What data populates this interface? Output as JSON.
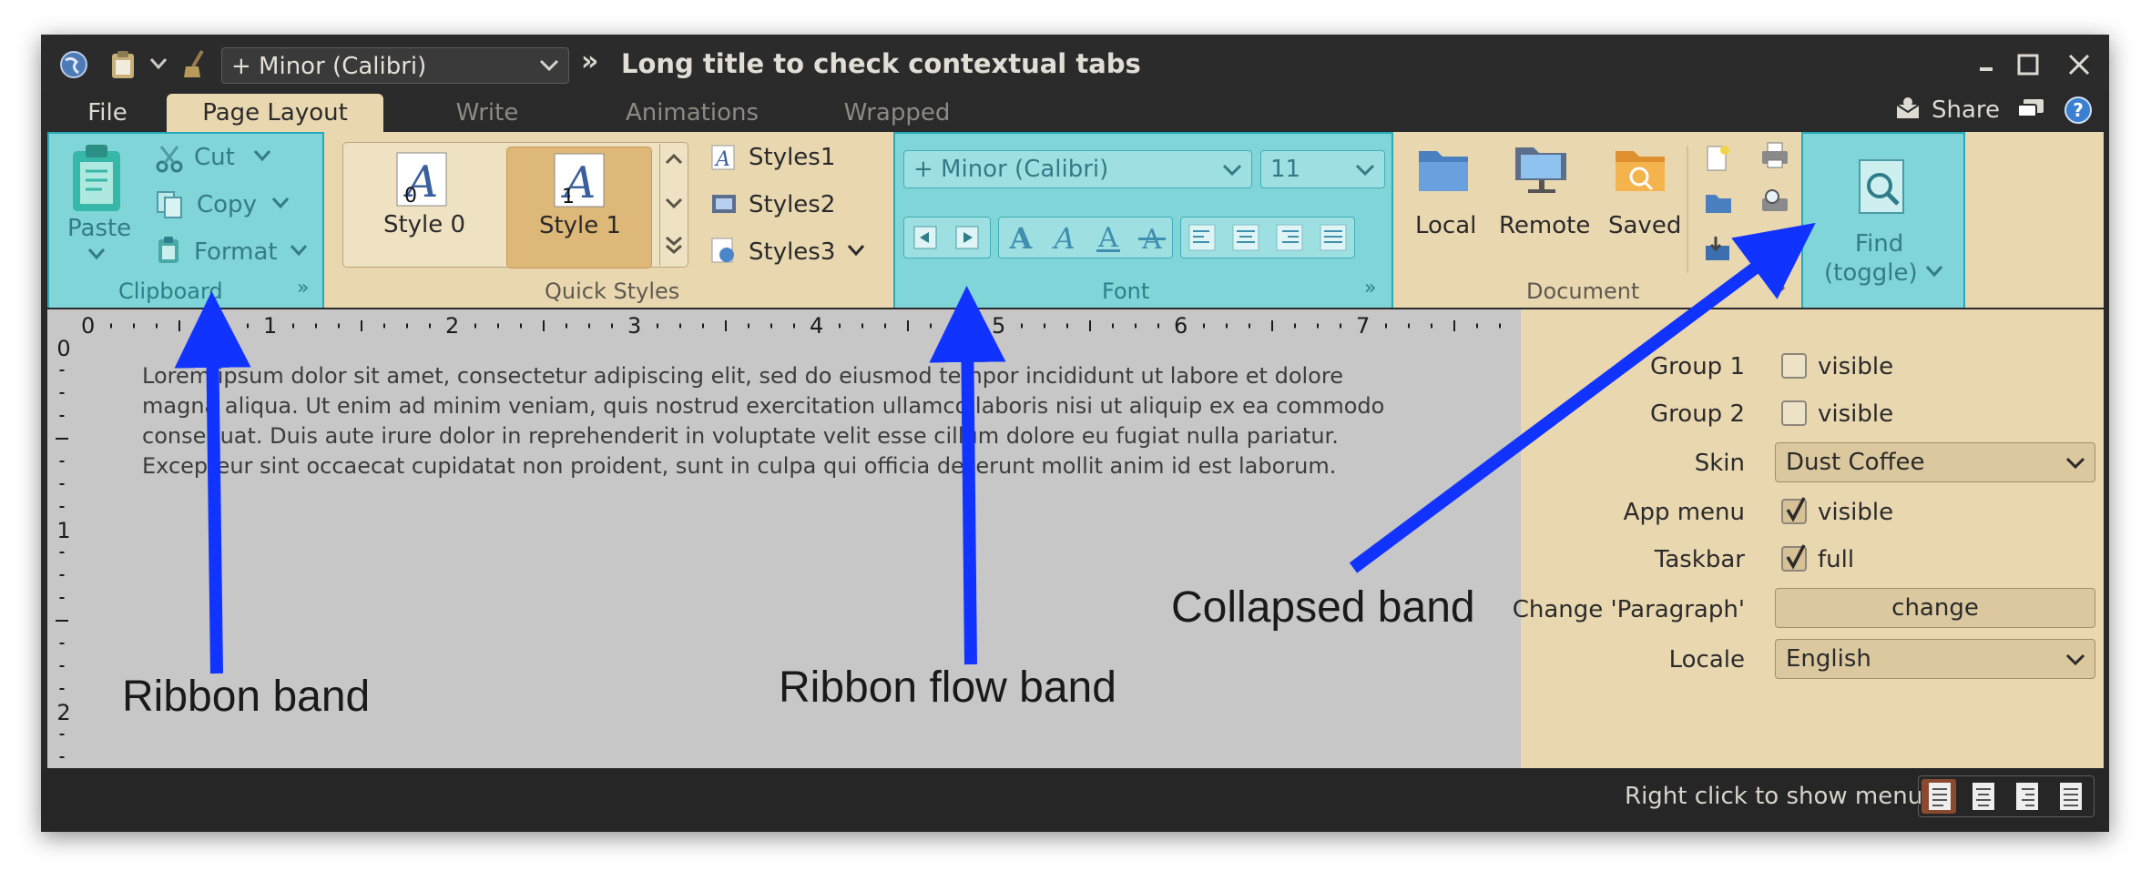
{
  "window": {
    "title": "Long title to check contextual tabs",
    "font_combo": "+ Minor (Calibri)",
    "overflow_glyph": "»",
    "controls": [
      "minimize-icon",
      "maximize-icon",
      "close-icon"
    ]
  },
  "tabs": [
    {
      "label": "File"
    },
    {
      "label": "Page Layout",
      "active": true
    },
    {
      "label": "Write"
    },
    {
      "label": "Animations"
    },
    {
      "label": "Wrapped"
    }
  ],
  "taskbar_right": {
    "share_label": "Share"
  },
  "ribbon": {
    "clipboard": {
      "title": "Clipboard",
      "paste_label": "Paste",
      "cut_label": "Cut",
      "copy_label": "Copy",
      "format_label": "Format"
    },
    "quick_styles": {
      "title": "Quick Styles",
      "styles": [
        {
          "label": "Style 0",
          "index": "0"
        },
        {
          "label": "Style 1",
          "index": "1",
          "selected": true
        }
      ],
      "style_list": [
        "Styles1",
        "Styles2",
        "Styles3"
      ]
    },
    "font": {
      "title": "Font",
      "family": "+ Minor (Calibri)",
      "size": "11"
    },
    "document": {
      "title": "Document",
      "buttons": [
        "Local",
        "Remote",
        "Saved"
      ]
    },
    "find": {
      "line1": "Find",
      "line2": "(toggle)"
    }
  },
  "ruler": {
    "h_numbers": [
      "0",
      "1",
      "2",
      "3",
      "4",
      "5",
      "6",
      "7"
    ],
    "v_numbers": [
      "0",
      "1",
      "2"
    ]
  },
  "document_text": {
    "lines": [
      "Lorem ipsum dolor sit amet, consectetur adipiscing elit, sed do eiusmod tempor incididunt ut labore et dolore",
      "magna aliqua. Ut enim ad minim veniam, quis nostrud exercitation ullamco laboris nisi ut aliquip ex ea commodo",
      "consequat. Duis aute irure dolor in reprehenderit in voluptate velit esse cillum dolore eu fugiat nulla pariatur.",
      "Excepteur sint occaecat cupidatat non proident, sunt in culpa qui officia deserunt mollit anim id est laborum."
    ]
  },
  "properties": {
    "group1": {
      "label": "Group 1",
      "checkbox": "visible",
      "checked": false
    },
    "group2": {
      "label": "Group 2",
      "checkbox": "visible",
      "checked": false
    },
    "skin": {
      "label": "Skin",
      "value": "Dust Coffee"
    },
    "app_menu": {
      "label": "App menu",
      "checkbox": "visible",
      "checked": true
    },
    "taskbar": {
      "label": "Taskbar",
      "checkbox": "full",
      "checked": true
    },
    "change_paragraph": {
      "label": "Change 'Paragraph'",
      "button": "change"
    },
    "locale": {
      "label": "Locale",
      "value": "English"
    }
  },
  "status": {
    "text": "Right click to show menu"
  },
  "annotations": {
    "ribbon_band": "Ribbon band",
    "ribbon_flow_band": "Ribbon flow band",
    "collapsed_band": "Collapsed band"
  },
  "colors": {
    "highlight_band": "#7fd5d7",
    "ribbon_bg": "#e9d7b0",
    "titlebar": "#2b2b2b",
    "arrow": "#1133ff"
  }
}
